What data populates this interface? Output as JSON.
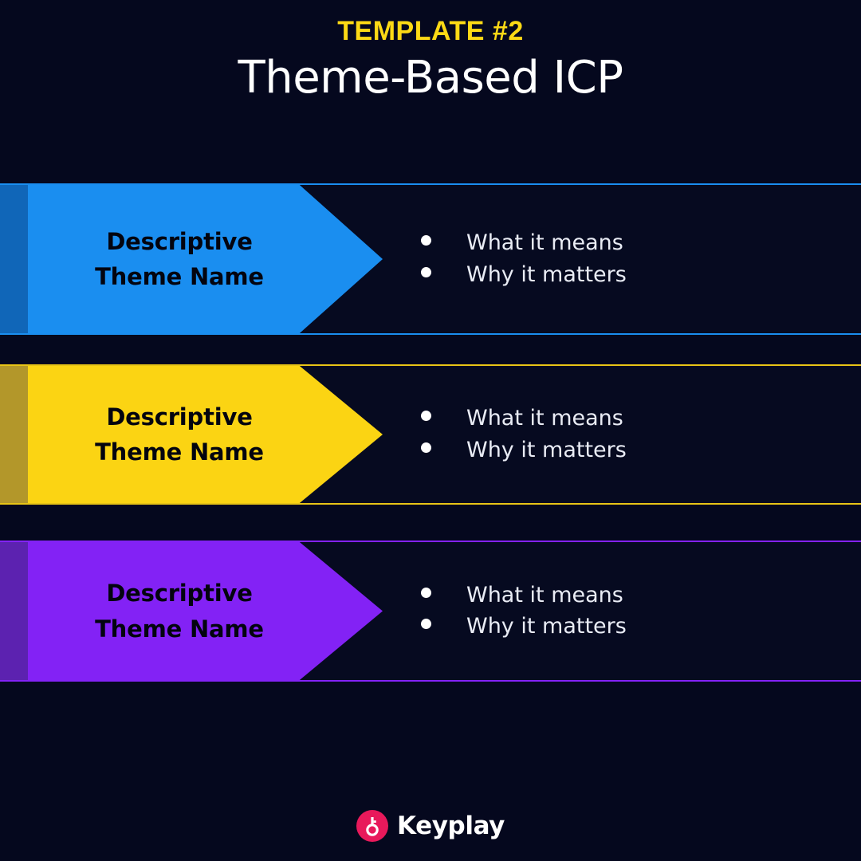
{
  "header": {
    "eyebrow": "TEMPLATE #2",
    "title": "Theme-Based ICP",
    "eyebrow_color": "#fcd915",
    "title_color": "#ffffff"
  },
  "background_color": "#05081e",
  "rows": [
    {
      "id": "row-blue",
      "label_line1": "Descriptive",
      "label_line2": "Theme Name",
      "accent_color": "#1a8ef0",
      "tab_color": "#1066b8",
      "rule_color": "#1a8ef0",
      "bullets": [
        "What it means",
        "Why it matters"
      ]
    },
    {
      "id": "row-yellow",
      "label_line1": "Descriptive",
      "label_line2": "Theme Name",
      "accent_color": "#fbd413",
      "tab_color": "#b3972a",
      "rule_color": "#e8c416",
      "bullets": [
        "What it means",
        "Why it matters"
      ]
    },
    {
      "id": "row-purple",
      "label_line1": "Descriptive",
      "label_line2": "Theme Name",
      "accent_color": "#8322f5",
      "tab_color": "#5c22b0",
      "rule_color": "#8322f5",
      "bullets": [
        "What it means",
        "Why it matters"
      ]
    }
  ],
  "footer": {
    "brand": "Keyplay",
    "logo_icon": "key-icon",
    "logo_mark_color": "#e8195b"
  }
}
